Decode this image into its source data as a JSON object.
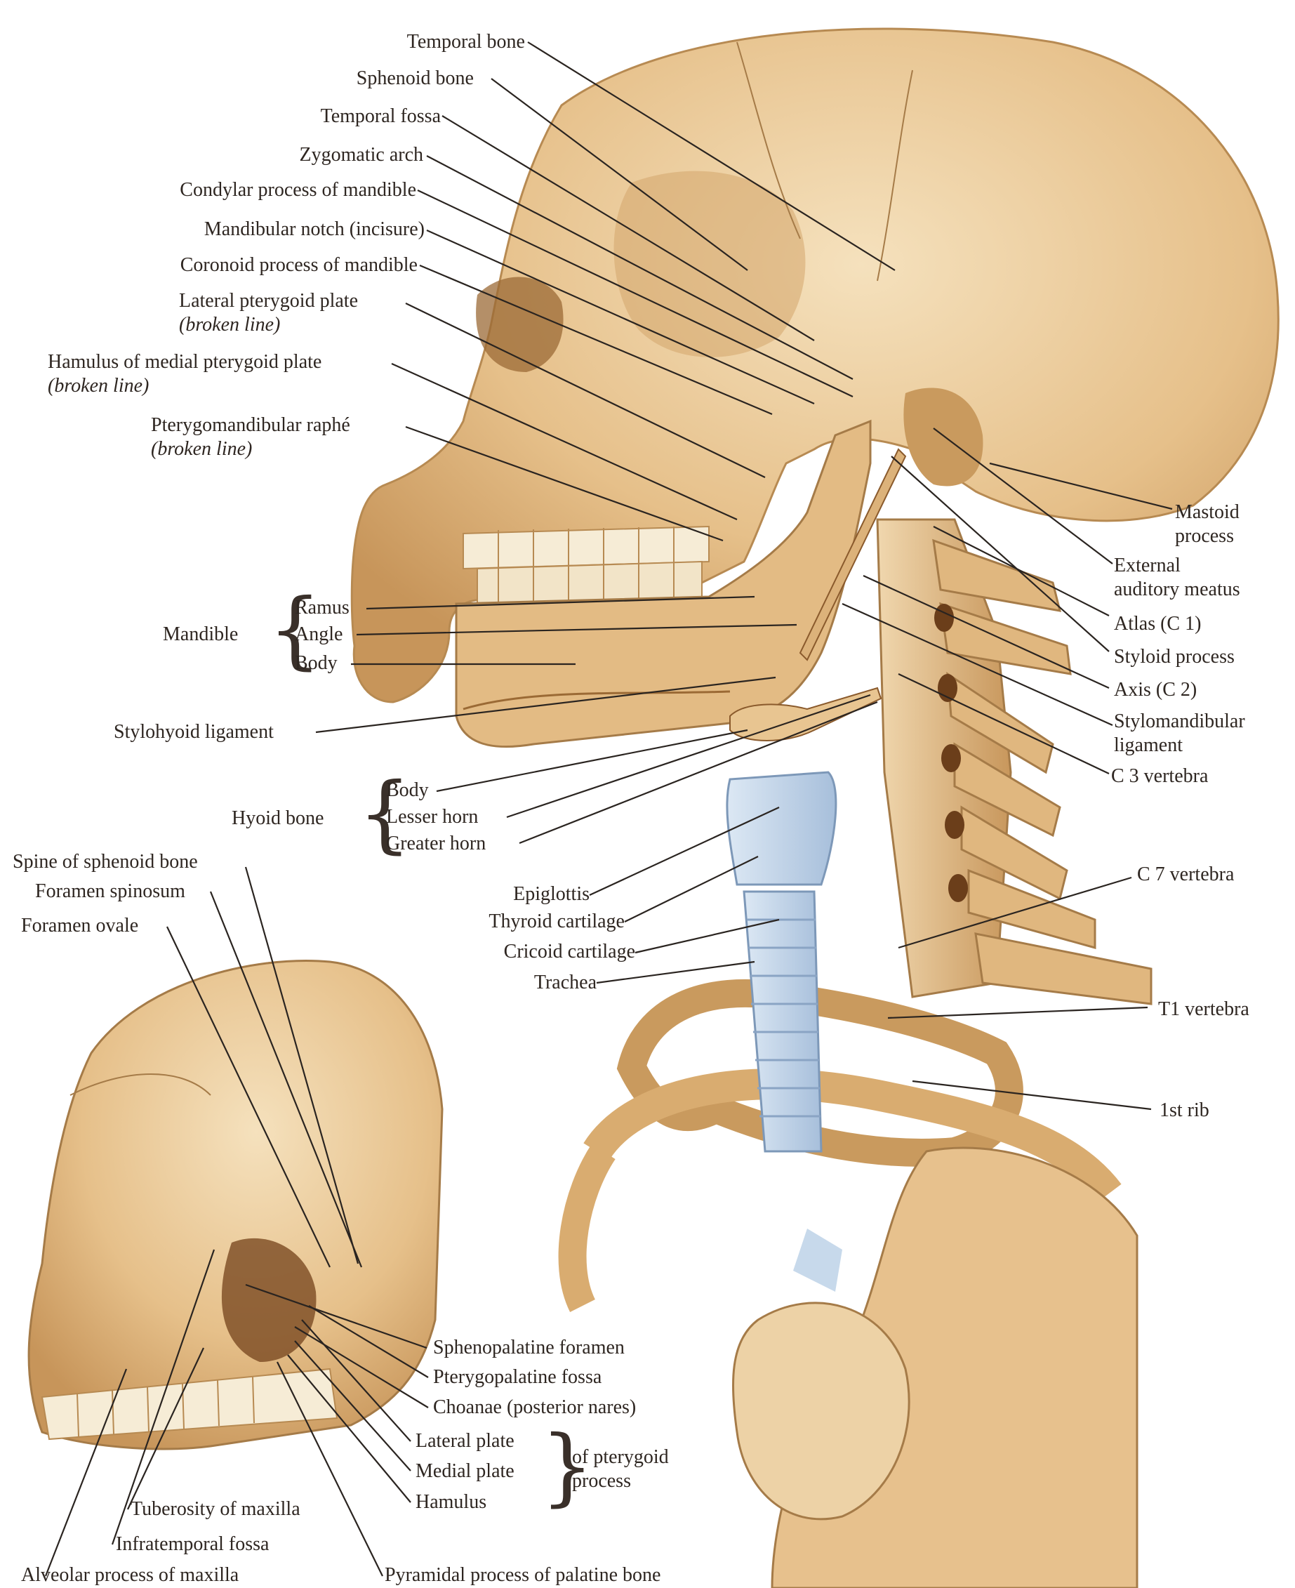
{
  "labels": {
    "temporal_bone": "Temporal bone",
    "sphenoid_bone": "Sphenoid bone",
    "temporal_fossa": "Temporal fossa",
    "zygomatic_arch": "Zygomatic arch",
    "condylar_process": "Condylar process of mandible",
    "mandibular_notch": "Mandibular notch (incisure)",
    "coronoid_process": "Coronoid process of mandible",
    "lateral_pterygoid_plate": "Lateral pterygoid plate",
    "lateral_pterygoid_plate_note": "(broken line)",
    "hamulus_medial": "Hamulus of medial pterygoid plate",
    "hamulus_medial_note": "(broken line)",
    "pterygomandibular_raphe": "Pterygomandibular raphé",
    "pterygomandibular_raphe_note": "(broken line)",
    "mandible": "Mandible",
    "ramus": "Ramus",
    "angle": "Angle",
    "body": "Body",
    "stylohyoid_ligament": "Stylohyoid ligament",
    "hyoid_bone": "Hyoid bone",
    "hyoid_body": "Body",
    "lesser_horn": "Lesser horn",
    "greater_horn": "Greater horn",
    "spine_of_sphenoid": "Spine of sphenoid bone",
    "foramen_spinosum": "Foramen spinosum",
    "foramen_ovale": "Foramen ovale",
    "epiglottis": "Epiglottis",
    "thyroid_cartilage": "Thyroid cartilage",
    "cricoid_cartilage": "Cricoid cartilage",
    "trachea": "Trachea",
    "mastoid_process_1": "Mastoid",
    "mastoid_process_2": "process",
    "external_auditory_1": "External",
    "external_auditory_2": "auditory meatus",
    "atlas": "Atlas (C 1)",
    "styloid_process": "Styloid process",
    "axis": "Axis (C 2)",
    "stylomandibular_1": "Stylomandibular",
    "stylomandibular_2": "ligament",
    "c3_vertebra": "C 3 vertebra",
    "c7_vertebra": "C 7 vertebra",
    "t1_vertebra": "T1 vertebra",
    "first_rib": "1st rib",
    "sphenopalatine_foramen": "Sphenopalatine foramen",
    "pterygopalatine_fossa": "Pterygopalatine fossa",
    "choanae": "Choanae (posterior nares)",
    "lateral_plate": "Lateral plate",
    "medial_plate": "Medial plate",
    "hamulus": "Hamulus",
    "of_pterygoid_1": "of pterygoid",
    "of_pterygoid_2": "process",
    "tuberosity_maxilla": "Tuberosity of maxilla",
    "infratemporal_fossa": "Infratemporal fossa",
    "alveolar_process": "Alveolar process of maxilla",
    "pyramidal_process": "Pyramidal process of palatine bone"
  },
  "colors": {
    "bone": "#e9c896",
    "bone_shadow": "#c99a5e",
    "bone_dark": "#8a5a2c",
    "cartilage": "#b9cfe6",
    "leader": "#2a2420"
  }
}
